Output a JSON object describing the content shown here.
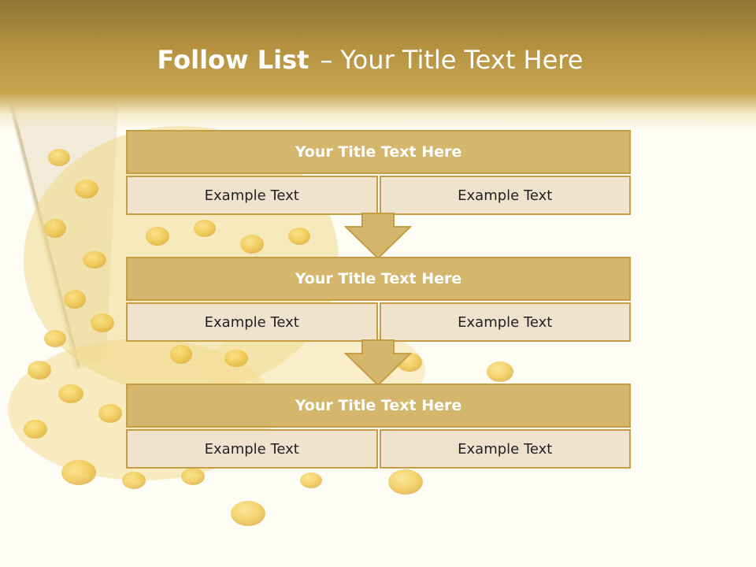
{
  "slide": {
    "title_bold": "Follow List",
    "title_dash": "–",
    "title_rest": "Your Title Text Here"
  },
  "blocks": [
    {
      "title": "Your Title Text Here",
      "left": "Example Text",
      "right": "Example Text"
    },
    {
      "title": "Your Title Text Here",
      "left": "Example Text",
      "right": "Example Text"
    },
    {
      "title": "Your Title Text Here",
      "left": "Example Text",
      "right": "Example Text"
    }
  ],
  "colors": {
    "header_band": "#b3913f",
    "block_title_fill": "#d4b66d",
    "block_cell_fill": "#efe3ce",
    "block_border": "#c49d45",
    "arrow_fill": "#d4b66d",
    "title_text": "#ffffff",
    "cell_text": "#222222"
  },
  "icons": {
    "arrow": "down-arrow-icon",
    "background": "corn-kernels-photo"
  }
}
